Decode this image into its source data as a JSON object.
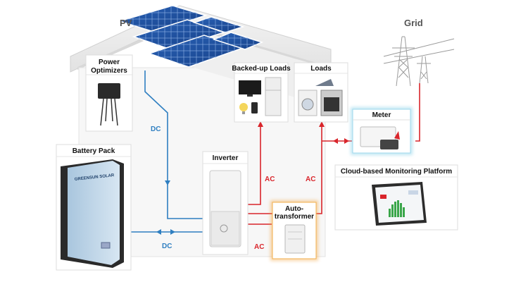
{
  "titles": {
    "pv": "PV",
    "grid": "Grid"
  },
  "components": {
    "power_optimizers": {
      "line1": "Power",
      "line2": "Optimizers"
    },
    "backed_up_loads": "Backed-up Loads",
    "loads": "Loads",
    "meter": "Meter",
    "battery_pack": "Battery Pack",
    "battery_brand": "GREENSUN SOLAR",
    "inverter": "Inverter",
    "autotransformer": {
      "line1": "Auto-",
      "line2": "transformer"
    },
    "monitoring": "Cloud-based Monitoring Platform"
  },
  "connections": {
    "dc_pv": "DC",
    "dc_battery": "DC",
    "ac_backed_up": "AC",
    "ac_loads": "AC",
    "ac_auto": "AC"
  },
  "colors": {
    "dc": "#2f7fc1",
    "ac": "#d9252b",
    "meter_glow": "#8fd3ea",
    "auto_glow": "#f2a23a"
  }
}
